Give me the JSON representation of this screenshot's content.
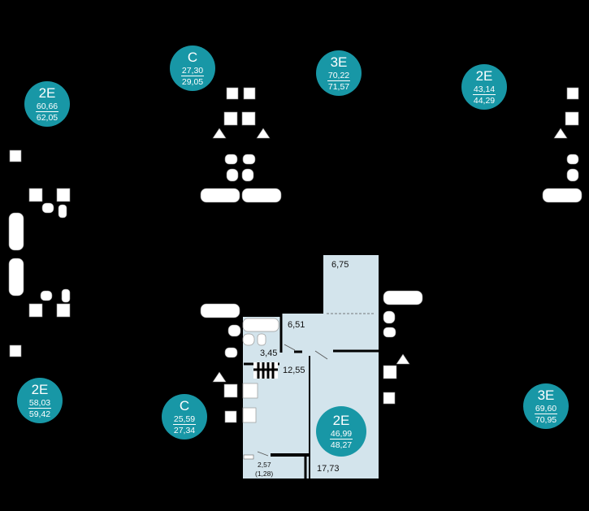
{
  "units": [
    {
      "id": "2e-top-left",
      "type": "2E",
      "area1": "60,66",
      "area2": "62,05"
    },
    {
      "id": "c-top",
      "type": "C",
      "area1": "27,30",
      "area2": "29,05"
    },
    {
      "id": "3e-top",
      "type": "3E",
      "area1": "70,22",
      "area2": "71,57"
    },
    {
      "id": "2e-top-right",
      "type": "2E",
      "area1": "43,14",
      "area2": "44,29"
    },
    {
      "id": "2e-bottom-left",
      "type": "2E",
      "area1": "58,03",
      "area2": "59,42"
    },
    {
      "id": "c-bottom",
      "type": "C",
      "area1": "25,59",
      "area2": "27,34"
    },
    {
      "id": "2e-highlight",
      "type": "2E",
      "area1": "46,99",
      "area2": "48,27"
    },
    {
      "id": "3e-bottom-right",
      "type": "3E",
      "area1": "69,60",
      "area2": "70,95"
    }
  ],
  "rooms": [
    {
      "id": "balcony",
      "value": "6,75"
    },
    {
      "id": "hall",
      "value": "6,51"
    },
    {
      "id": "bathroom",
      "value": "3,45"
    },
    {
      "id": "kitchen",
      "value": "12,55"
    },
    {
      "id": "loggia",
      "value": "2,57"
    },
    {
      "id": "loggia-reduced",
      "value": "(1,28)"
    },
    {
      "id": "bedroom",
      "value": "17,73"
    }
  ],
  "colors": {
    "background": "#000000",
    "badge": "#1897a6",
    "highlight_fill": "#d3e4ec",
    "fixture": "#ffffff"
  }
}
